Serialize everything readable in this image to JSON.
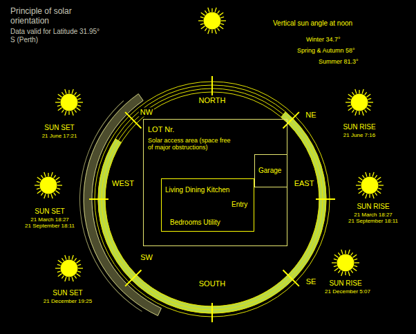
{
  "diagram": {
    "title": "Principle of solar orientation",
    "nodes": [
      {
        "text": [
          "LOT Nr.",
          "Solar access area (space free of major obstructions)"
        ]
      },
      {
        "text": [
          "Garage"
        ],
        "in": 0
      },
      {
        "text": [
          "Living Dining Kitchen",
          "Entry",
          "Bedrooms Utility"
        ],
        "in": 0
      }
    ],
    "labels": [
      "Data valid for Latitude 31.95° S (Perth)",
      "Vertical sun angle at noon",
      "Winter 34.7°",
      "Spring & Autumn 58°",
      "Summer 81.3°",
      "NORTH",
      "NE",
      "EAST",
      "SE",
      "SOUTH",
      "SW",
      "WEST",
      "NW",
      "SUN SET",
      "21 June 17:21",
      "SUN RISE",
      "21 June 7:16",
      "SUN SET",
      "21 March 18:27",
      "21 September 18:11",
      "SUN RISE",
      "21 March 18:27",
      "21 September 18:11",
      "SUN SET",
      "21 December 19:25",
      "SUN RISE",
      "21 December 5:07"
    ]
  }
}
